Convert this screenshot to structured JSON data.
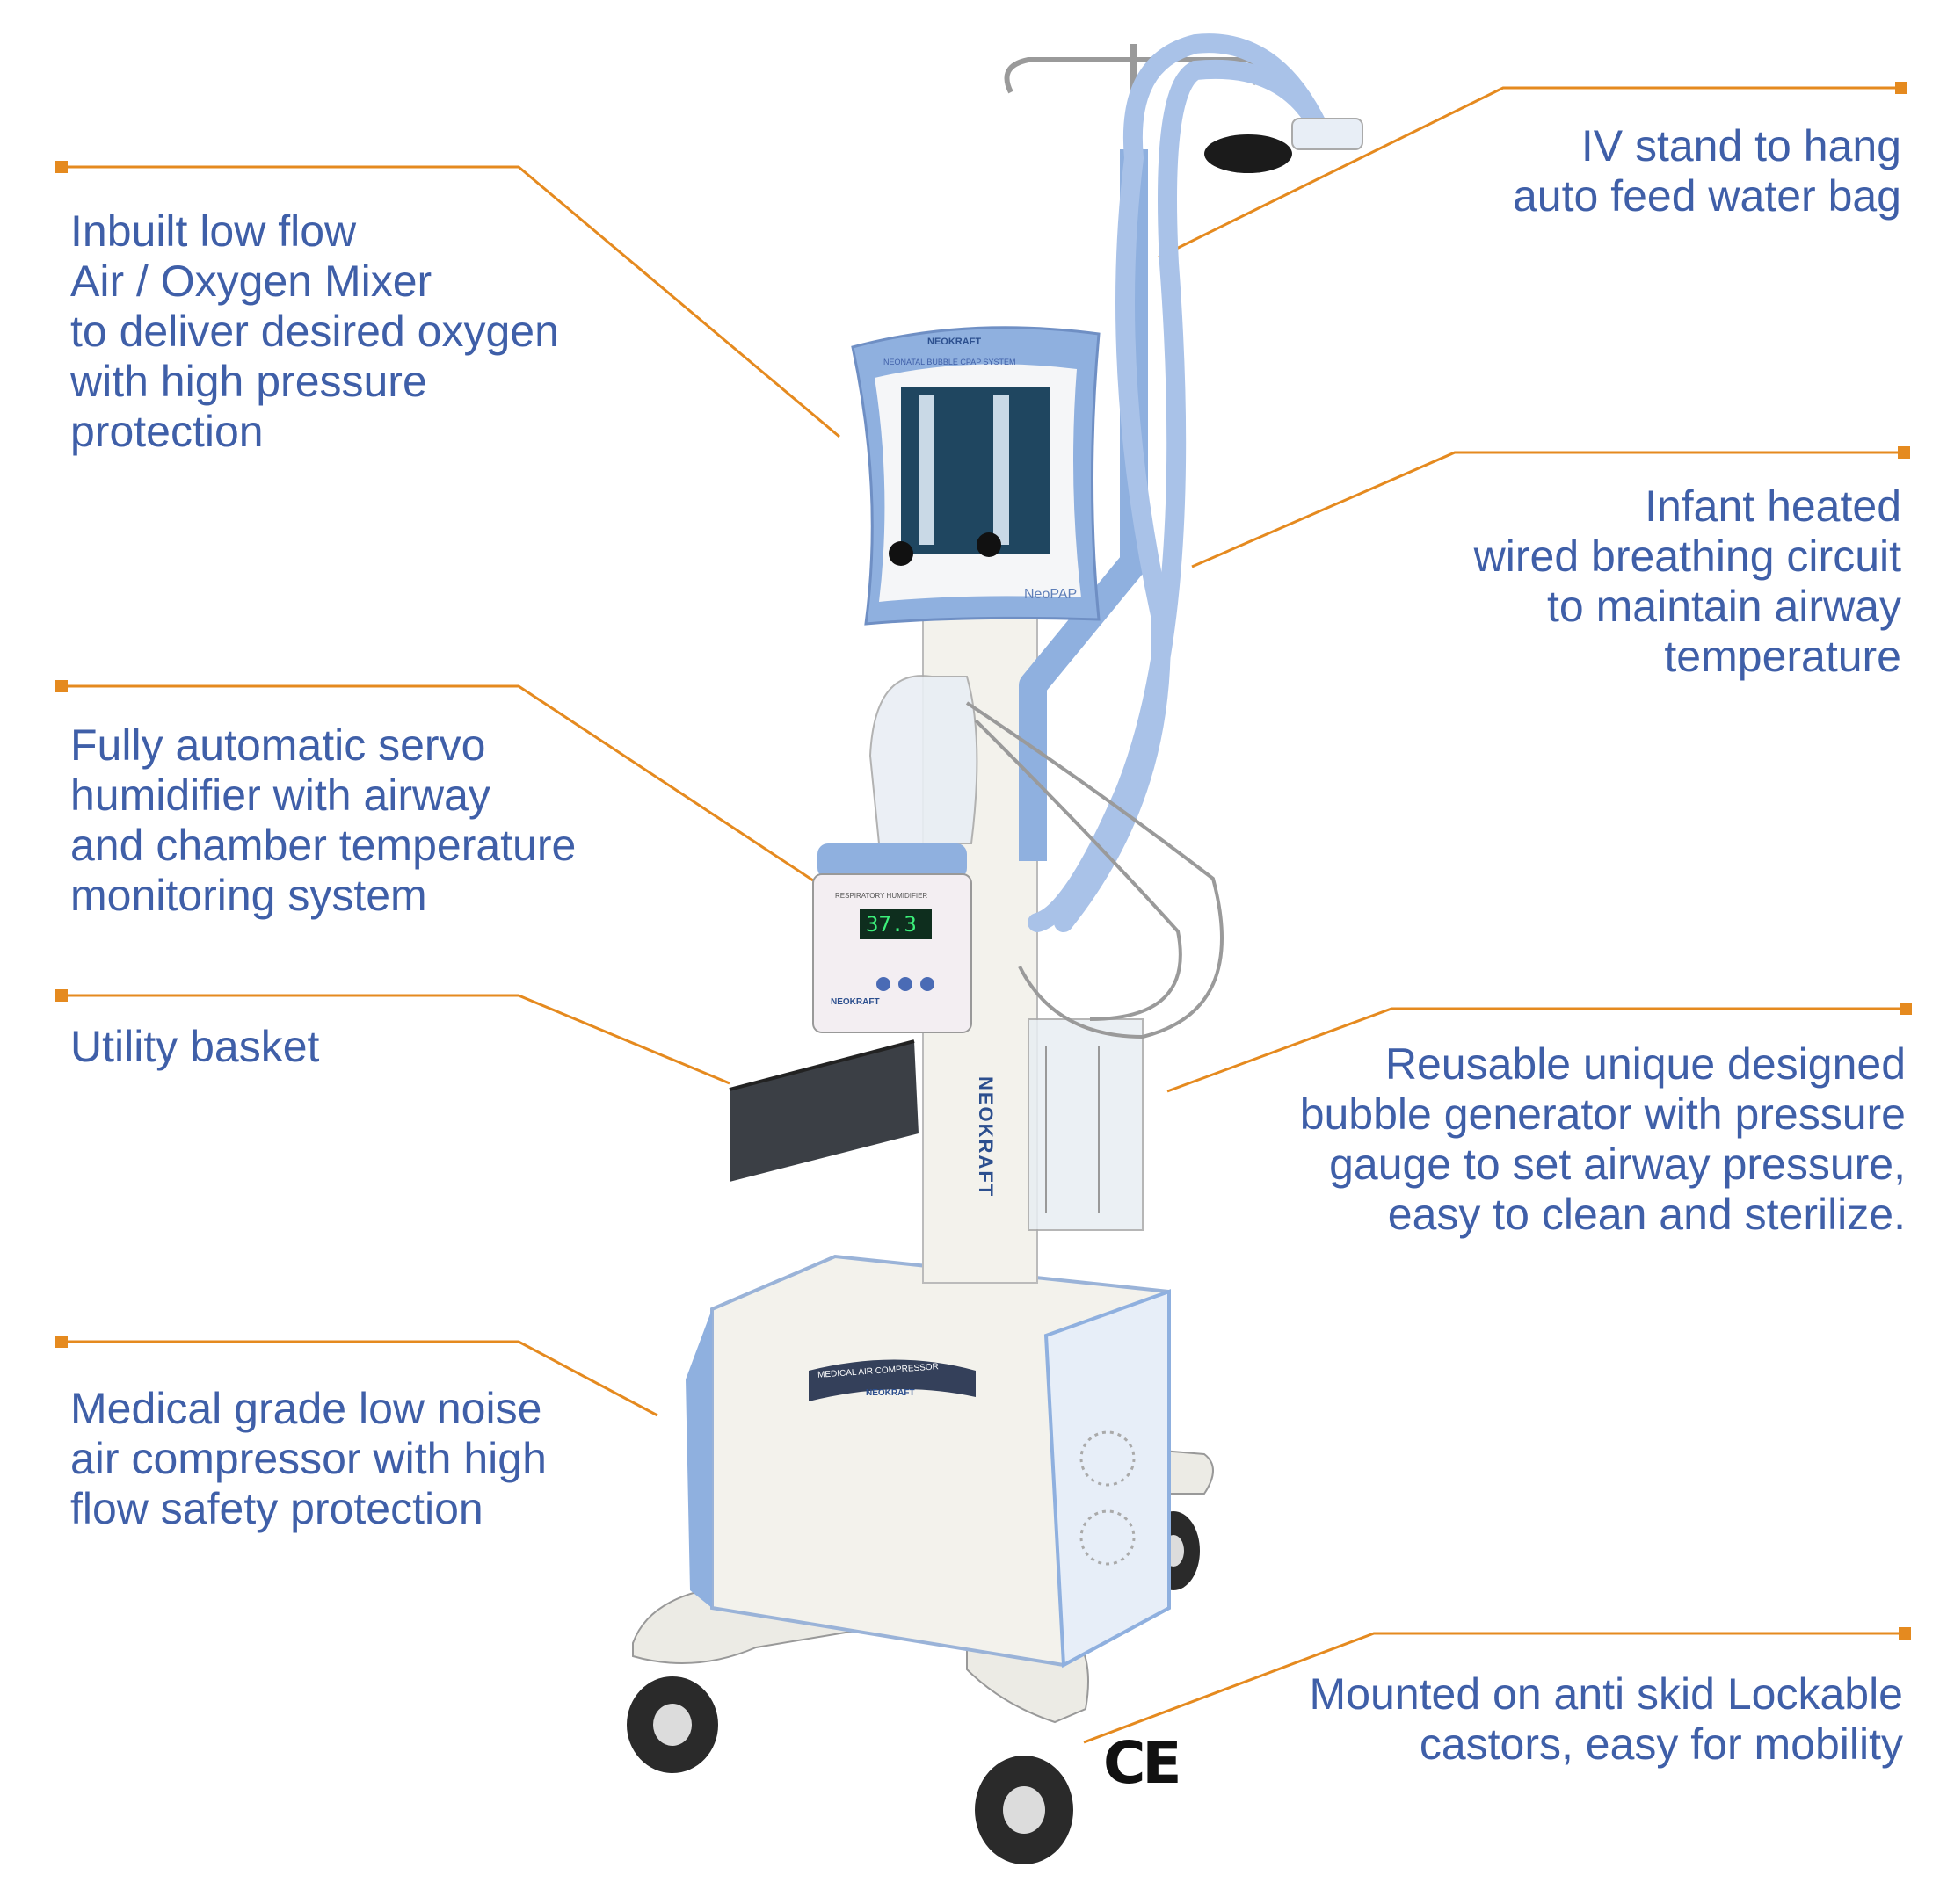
{
  "colors": {
    "text": "#3f5fa8",
    "leader_line": "#e58a1f",
    "device_blue": "#8fb0df",
    "device_white": "#f3f2ec"
  },
  "callouts": {
    "iv_stand": {
      "lines": [
        "IV stand to hang",
        "auto feed water bag"
      ]
    },
    "mixer": {
      "lines": [
        "Inbuilt low flow",
        "Air / Oxygen Mixer",
        "to deliver desired oxygen",
        "with high pressure",
        "protection"
      ]
    },
    "circuit": {
      "lines": [
        "Infant heated",
        "wired breathing circuit",
        "to maintain airway",
        "temperature"
      ]
    },
    "humidifier": {
      "lines": [
        "Fully automatic servo",
        "humidifier with airway",
        "and chamber temperature",
        "monitoring system"
      ]
    },
    "basket": {
      "lines": [
        "Utility basket"
      ]
    },
    "bubble_generator": {
      "lines": [
        "Reusable unique designed",
        "bubble generator with pressure",
        "gauge to set airway pressure,",
        "easy to clean and sterilize."
      ]
    },
    "compressor": {
      "lines": [
        "Medical grade low noise",
        "air compressor with high",
        "flow safety protection"
      ]
    },
    "castors": {
      "lines": [
        "Mounted on anti skid Lockable",
        "castors, easy for mobility"
      ]
    }
  },
  "device": {
    "mixer_brand": "NEOKRAFT",
    "mixer_title": "NEONATAL BUBBLE CPAP SYSTEM",
    "mixer_model": "NeoPAP",
    "humidifier_title": "RESPIRATORY HUMIDIFIER",
    "humidifier_display": "37.3",
    "humidifier_brand": "NEOKRAFT",
    "column_brand": "NEOKRAFT",
    "compressor_title": "MEDICAL AIR COMPRESSOR",
    "compressor_brand": "NEOKRAFT"
  },
  "ce_mark": "CE"
}
